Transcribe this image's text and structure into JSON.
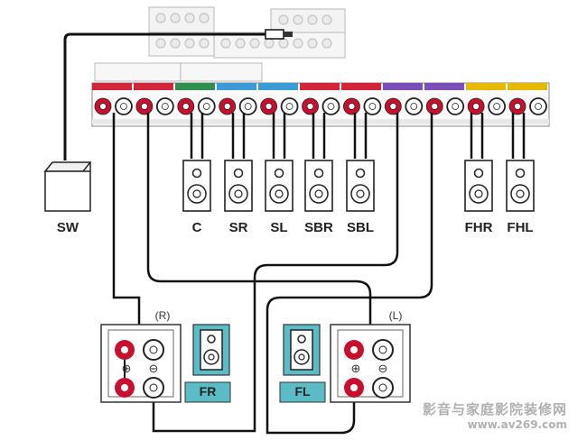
{
  "colors": {
    "wire": "#111111",
    "terminal_red": "#c8102e",
    "speaker_teal": "#5bbcc8",
    "gray": "#bbbbbb",
    "channel_tabs": [
      "#d4263b",
      "#d4263b",
      "#2f8f4e",
      "#3a9bd8",
      "#3a9bd8",
      "#d4263b",
      "#d4263b",
      "#7b4fb8",
      "#7b4fb8",
      "#e6b800",
      "#e6b800"
    ]
  },
  "subwoofer_label": "SW",
  "speaker_labels": [
    "C",
    "SR",
    "SL",
    "SBR",
    "SBL",
    "FHR",
    "FHL"
  ],
  "front_right": {
    "side_label": "(R)",
    "badge": "FR",
    "plus": "⊕",
    "minus": "⊖"
  },
  "front_left": {
    "side_label": "(L)",
    "badge": "FL",
    "plus": "⊕",
    "minus": "⊖"
  },
  "watermark": {
    "line1": "影音与家庭影院装修网",
    "line2": "www.av269.com"
  }
}
